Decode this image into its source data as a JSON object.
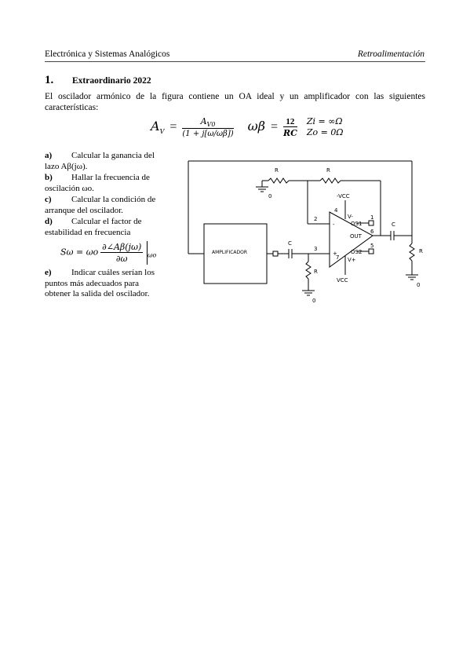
{
  "header": {
    "left": "Electrónica y Sistemas Analógicos",
    "right": "Retroalimentación"
  },
  "question": {
    "number": "1.",
    "title": "Extraordinario 2022",
    "intro": "El oscilador armónico de la figura contiene un OA ideal y un amplificador con las siguientes características:"
  },
  "formulas": {
    "av_lhs": "A",
    "av_sub": "V",
    "av_num": "A",
    "av_num_sub": "V0",
    "av_den": "(1 + j[ω/ωβ])",
    "wb_lhs": "ωβ",
    "wb_num": "12",
    "wb_den": "RC",
    "zi": "Zi = ∞Ω",
    "zo": "Zo = 0Ω"
  },
  "items": [
    {
      "label": "a)",
      "text": "Calcular la ganancia del lazo Aβ(jω)."
    },
    {
      "label": "b)",
      "text": "Hallar la frecuencia de oscilación ωo."
    },
    {
      "label": "c)",
      "text": "Calcular la condición de arranque del oscilador."
    },
    {
      "label": "d)",
      "text": "Calcular el factor de estabilidad en frecuencia"
    },
    {
      "label": "e)",
      "text": "Indicar cuáles serían los puntos más adecuados para obtener la salida del oscilador."
    }
  ],
  "stability_formula": {
    "lhs": "Sω = ωo",
    "num": "∂∠Aβ(jω)",
    "den": "∂ω",
    "eval": "ωo"
  },
  "circuit": {
    "amp_label": "AMPLIFICADOR",
    "r_label": "R",
    "c_label": "C",
    "ground_label": "0",
    "neg_supply": "-VCC",
    "pos_supply": "VCC",
    "pin2": "2",
    "pin3": "3",
    "pin4": "4",
    "pin7": "7",
    "pin1": "1",
    "pin5": "5",
    "pin6": "6",
    "v_minus": "V-",
    "v_plus": "V+",
    "os1": "OS1",
    "os2": "OS2",
    "out": "OUT",
    "minus_sign": "-",
    "plus_sign": "+"
  }
}
